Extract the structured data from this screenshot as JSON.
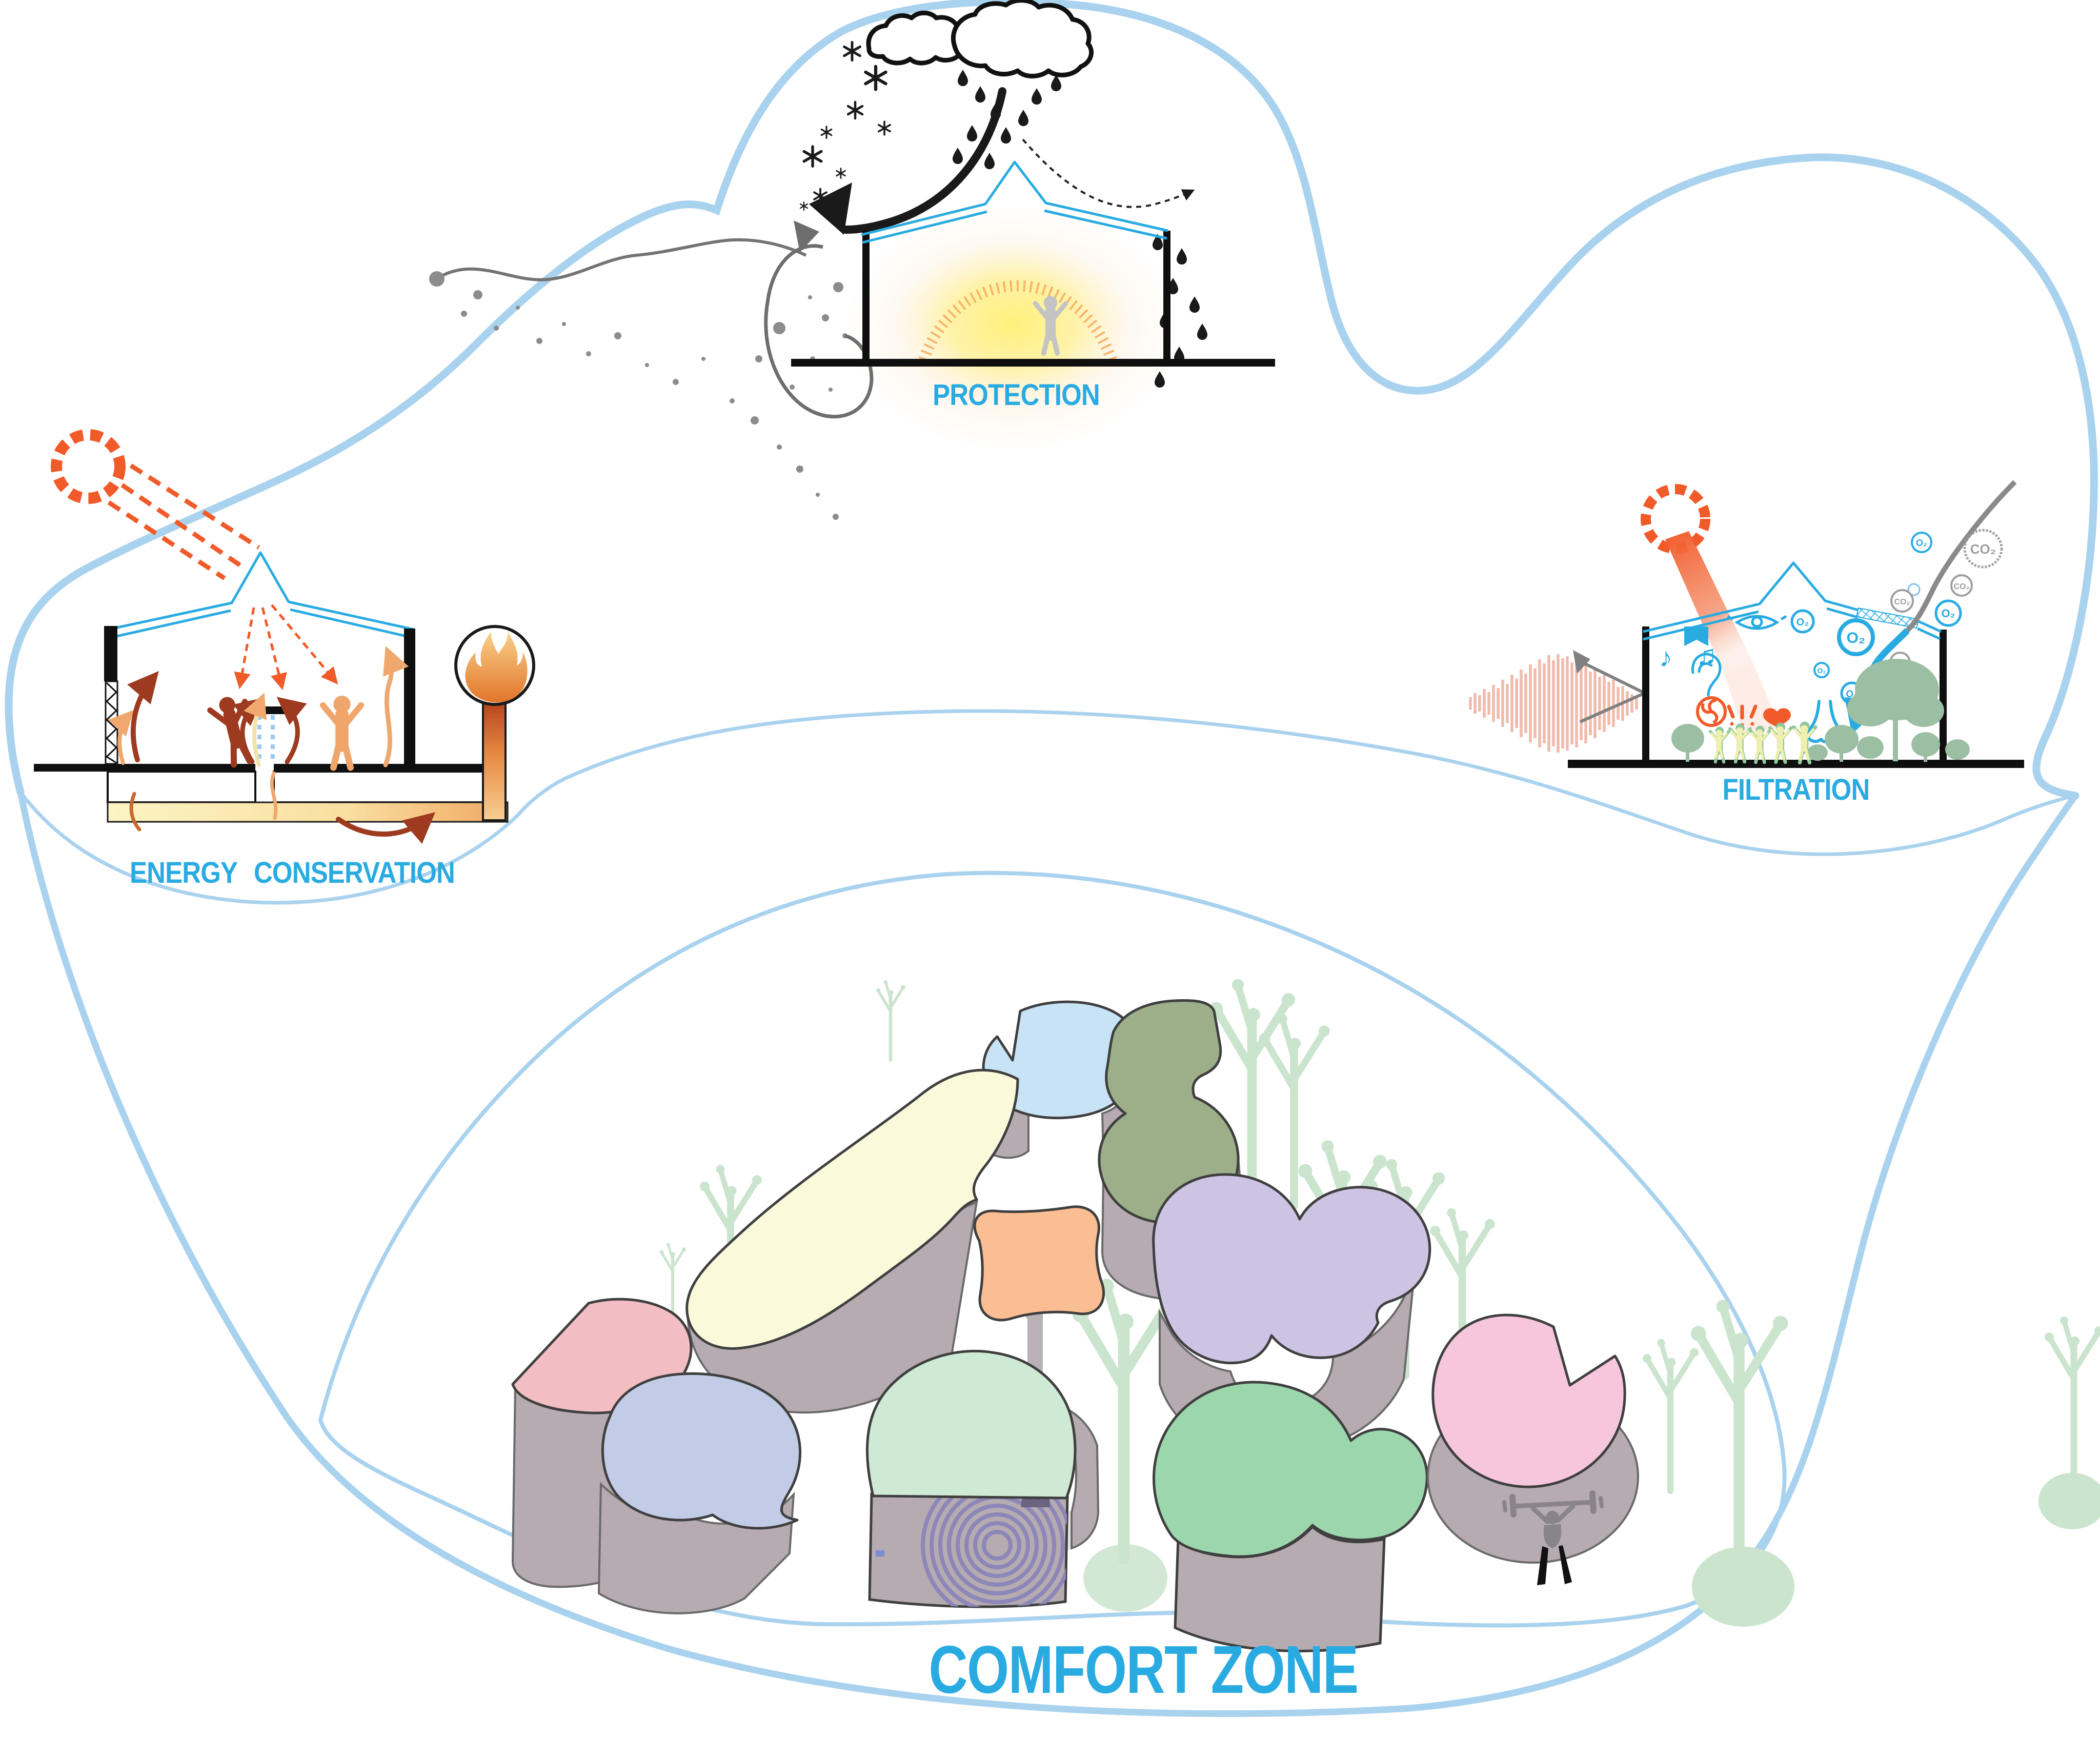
{
  "labels": {
    "protection": "PROTECTION",
    "energy": "ENERGY CONSERVATION",
    "filtration": "FILTRATION",
    "comfort": "COMFORT ZONE"
  },
  "molecules": {
    "o2": "O₂",
    "co2": "CO₂"
  },
  "glyphs": {
    "note_single": "♪",
    "note_double": "♫"
  },
  "colors": {
    "outline_blue": "#A9D2EE",
    "label_blue": "#29ABE2",
    "roof_blue": "#29ABE2",
    "sun_orange": "#F15A29",
    "ink_black": "#1A1A1A",
    "particle_gray": "#8C8C8C",
    "tree_light": "#CBE4CD",
    "tree_sage": "#9CBFA3",
    "building_side": "#B5ABB1",
    "building_edge": "#4A4A4A",
    "rose": "#F2BEC3",
    "periwinkle": "#C3CCE6",
    "pale_yellow": "#FAF9DA",
    "light_blue": "#C8E3F6",
    "olive": "#9CAF88",
    "peach": "#FBBE93",
    "lavender": "#CDC3E3",
    "mint": "#CEE9D4",
    "green": "#9CD6AC",
    "pink": "#F6C6DD",
    "spiral_purple": "#8D86B8",
    "soundwave": "#F0B3A3",
    "glow_yellow": "#FFF176"
  },
  "buildings": [
    "rose",
    "periwinkle",
    "pale_yellow",
    "light_blue",
    "olive",
    "peach",
    "lavender",
    "mint",
    "green",
    "pink"
  ],
  "icon_names": [
    "sun-icon",
    "cloud-icon",
    "rain-icon",
    "snow-icon",
    "wind-arrow-icon",
    "particles-icon",
    "eye-icon",
    "ear-icon",
    "nose-icon",
    "music-note-icon",
    "fan-icon",
    "heart-icon",
    "flag-icon",
    "o2-molecule-icon",
    "co2-molecule-icon",
    "soundwave-icon",
    "flame-icon",
    "person-icon",
    "tree-icon",
    "weightlifter-icon",
    "dome-spiral-icon"
  ]
}
